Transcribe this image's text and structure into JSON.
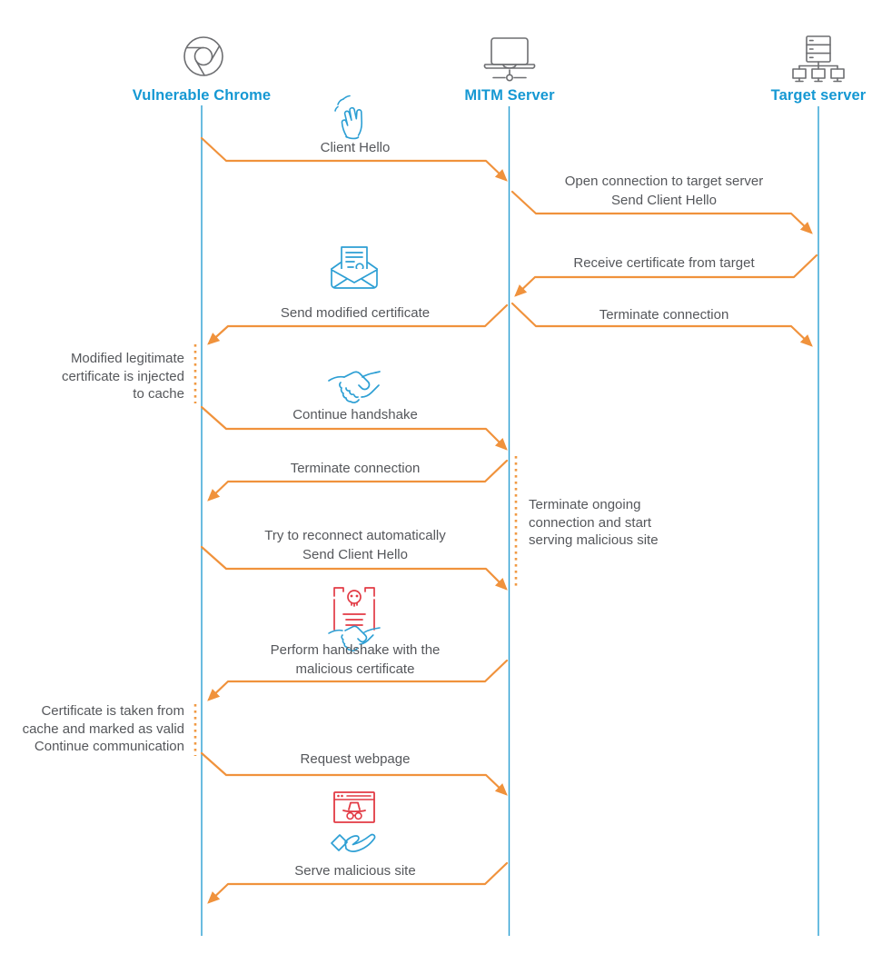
{
  "diagram": {
    "title_semantic": "MITM attack sequence diagram",
    "actors": [
      {
        "id": "chrome",
        "label": "Vulnerable Chrome",
        "icon": "chrome-browser-icon"
      },
      {
        "id": "mitm",
        "label": "MITM Server",
        "icon": "laptop-network-icon"
      },
      {
        "id": "target",
        "label": "Target server",
        "icon": "server-network-icon"
      }
    ],
    "messages": [
      {
        "from": "Vulnerable Chrome",
        "to": "MITM Server",
        "lines": [
          "Client Hello"
        ],
        "icon": "waving-hand-icon"
      },
      {
        "from": "MITM Server",
        "to": "Target server",
        "lines": [
          "Open connection to target server",
          "Send Client Hello"
        ]
      },
      {
        "from": "Target server",
        "to": "MITM Server",
        "lines": [
          "Receive certificate from target"
        ]
      },
      {
        "from": "MITM Server",
        "to": "Vulnerable Chrome",
        "lines": [
          "Send modified certificate"
        ],
        "icon": "certificate-envelope-icon"
      },
      {
        "from": "MITM Server",
        "to": "Target server",
        "lines": [
          "Terminate connection"
        ]
      },
      {
        "from": "Vulnerable Chrome",
        "to": "MITM Server",
        "lines": [
          "Continue handshake"
        ],
        "icon": "handshake-icon"
      },
      {
        "from": "MITM Server",
        "to": "Vulnerable Chrome",
        "lines": [
          "Terminate connection"
        ]
      },
      {
        "from": "Vulnerable Chrome",
        "to": "MITM Server",
        "lines": [
          "Try to reconnect automatically",
          "Send Client Hello"
        ]
      },
      {
        "from": "MITM Server",
        "to": "Vulnerable Chrome",
        "lines": [
          "Perform handshake with the",
          "malicious certificate"
        ],
        "icon": "malicious-certificate-handshake-icon"
      },
      {
        "from": "Vulnerable Chrome",
        "to": "MITM Server",
        "lines": [
          "Request webpage"
        ]
      },
      {
        "from": "MITM Server",
        "to": "Vulnerable Chrome",
        "lines": [
          "Serve malicious site"
        ],
        "icon": "serve-malicious-site-icon"
      }
    ],
    "annotations": [
      {
        "side": "left",
        "lines": [
          "Modified legitimate",
          "certificate is injected",
          "to cache"
        ]
      },
      {
        "side": "right",
        "lines": [
          "Terminate ongoing",
          "connection and start",
          "serving malicious site"
        ]
      },
      {
        "side": "left",
        "lines": [
          "Certificate is taken from",
          "cache and marked as valid",
          "Continue communication"
        ]
      }
    ],
    "colors": {
      "accent_blue": "#1598d3",
      "lifeline_blue": "#2b9fd2",
      "arrow_orange": "#f0923c",
      "dotted_orange": "#f19a43",
      "text_gray": "#55575b",
      "icon_gray": "#6d6e71",
      "icon_blue": "#2d9fd4",
      "icon_red": "#e23a44"
    }
  }
}
